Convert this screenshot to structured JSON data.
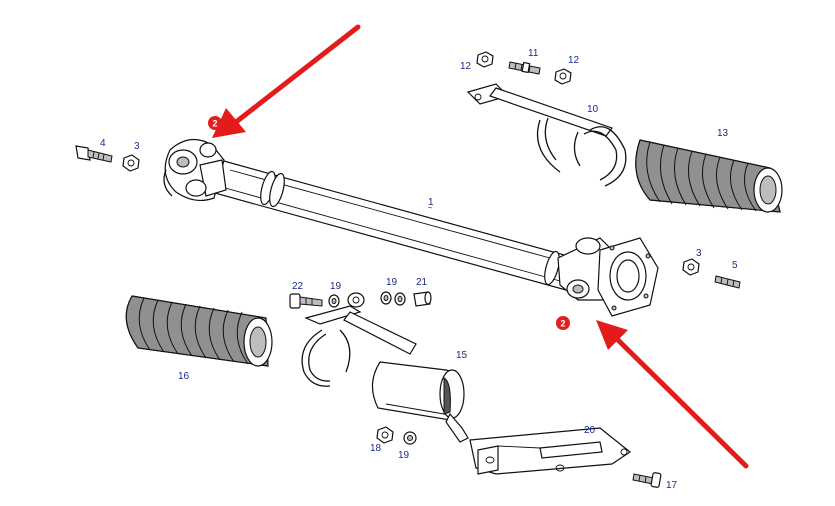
{
  "callouts": {
    "c1": "1",
    "c2a": "2",
    "c2b": "2",
    "c3a": "3",
    "c3b": "3",
    "c4": "4",
    "c5": "5",
    "c10": "10",
    "c11": "11",
    "c12a": "12",
    "c12b": "12",
    "c13": "13",
    "c15": "15",
    "c16": "16",
    "c17": "17",
    "c18": "18",
    "c19a": "19",
    "c19b": "19",
    "c19c": "19",
    "c20": "20",
    "c21": "21",
    "c22": "22"
  },
  "colors": {
    "arrow": "#e31b1b",
    "badge": "#e02020",
    "callout_text": "#1a2a8a"
  }
}
